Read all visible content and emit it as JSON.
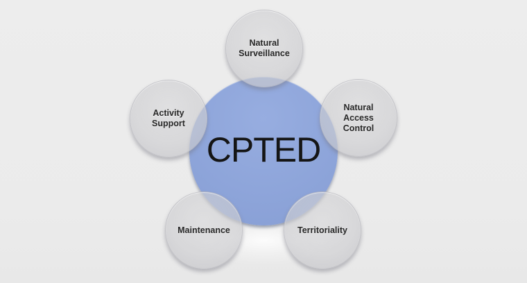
{
  "diagram": {
    "type": "hub-and-spoke cycle",
    "background_color": "#ebebeb",
    "center": {
      "label": "CPTED",
      "fill_color": "#8ea5da",
      "text_color": "#151515"
    },
    "node_fill_color": "#d0d0d0",
    "node_text_color": "#262626",
    "nodes": [
      {
        "id": "natural-surveillance",
        "position": "top",
        "label": "Natural Surveillance",
        "lines": [
          "Natural",
          "Surveillance"
        ]
      },
      {
        "id": "natural-access-control",
        "position": "right",
        "label": "Natural Access Control",
        "lines": [
          "Natural",
          "Access",
          "Control"
        ]
      },
      {
        "id": "territoriality",
        "position": "bottom-right",
        "label": "Territoriality",
        "lines": [
          "Territoriality"
        ]
      },
      {
        "id": "maintenance",
        "position": "bottom-left",
        "label": "Maintenance",
        "lines": [
          "Maintenance"
        ]
      },
      {
        "id": "activity-support",
        "position": "left",
        "label": "Activity Support",
        "lines": [
          "Activity",
          "Support"
        ]
      }
    ]
  }
}
